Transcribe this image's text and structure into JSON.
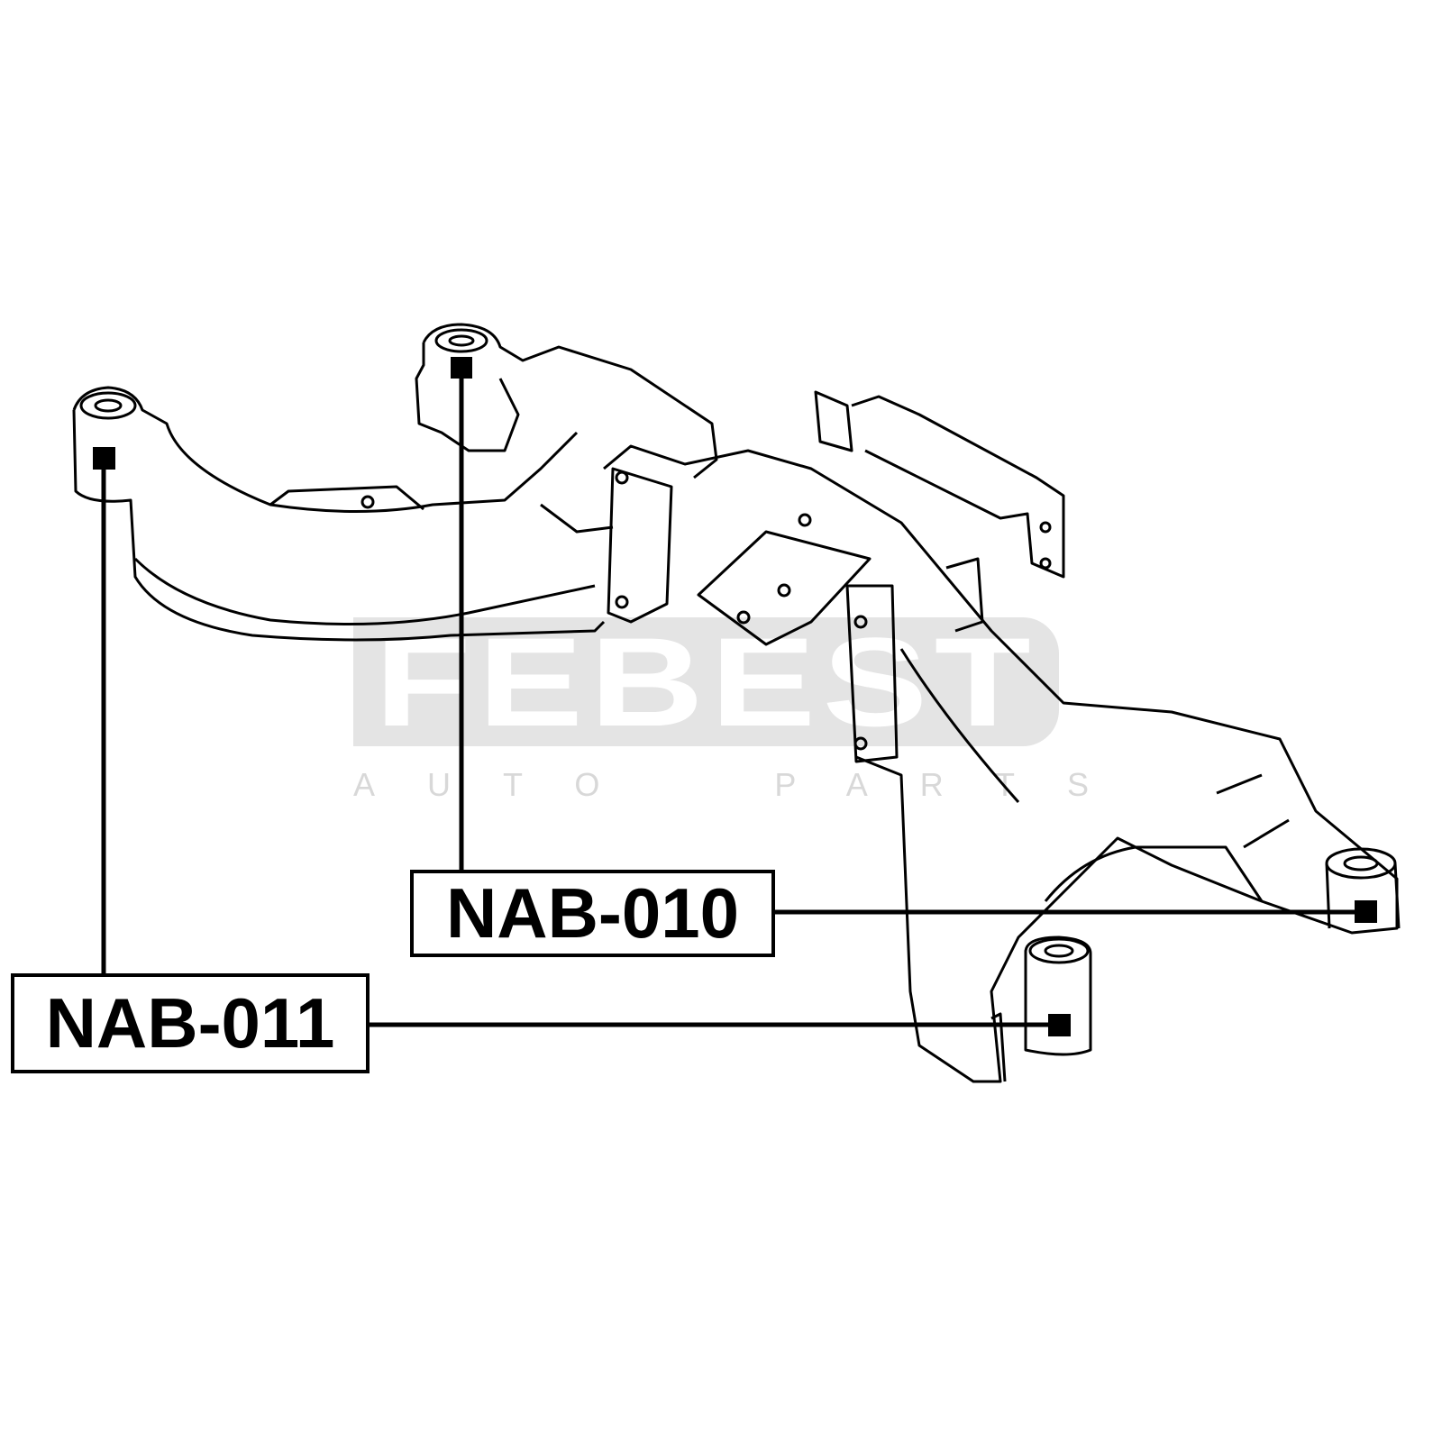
{
  "watermark": {
    "brand": "FEBEST",
    "tagline": "AUTO  PARTS"
  },
  "callouts": [
    {
      "part_number": "NAB-010"
    },
    {
      "part_number": "NAB-011"
    }
  ]
}
